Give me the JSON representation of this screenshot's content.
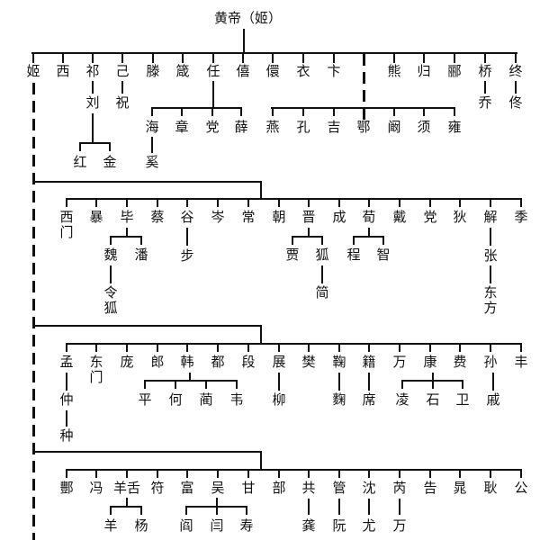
{
  "root": {
    "label": "黄帝（姬）"
  },
  "tier1": {
    "names": [
      "姬",
      "西",
      "祁",
      "己",
      "滕",
      "箴",
      "任",
      "僖",
      "儇",
      "衣",
      "卞",
      "",
      "熊",
      "归",
      "郦",
      "桥",
      "终"
    ]
  },
  "tier1_children": {
    "祁": [
      "刘"
    ],
    "己": [
      "祝"
    ],
    "刘": [
      "红",
      "金"
    ],
    "任": [
      "海",
      "章",
      "党",
      "薛"
    ],
    "海": [
      "奚"
    ],
    "sep": [
      "燕",
      "孔",
      "吉",
      "鄂",
      "阚",
      "须",
      "雍"
    ],
    "桥": [
      "乔"
    ],
    "终": [
      "佟"
    ]
  },
  "tier2": {
    "names": [
      "西门",
      "暴",
      "毕",
      "蔡",
      "谷",
      "岑",
      "常",
      "朝",
      "晋",
      "成",
      "荀",
      "戴",
      "党",
      "狄",
      "解",
      "季"
    ],
    "children": {
      "毕": [
        "魏",
        "潘"
      ],
      "魏": [
        "令狐"
      ],
      "谷": [
        "步"
      ],
      "晋": [
        "贾",
        "狐"
      ],
      "狐": [
        "简"
      ],
      "荀": [
        "程",
        "智"
      ],
      "解": [
        "张"
      ],
      "张": [
        "东方"
      ]
    }
  },
  "tier3": {
    "names": [
      "孟",
      "东门",
      "庞",
      "郎",
      "韩",
      "都",
      "段",
      "展",
      "樊",
      "鞠",
      "籍",
      "万",
      "康",
      "费",
      "孙",
      "丰"
    ],
    "children": {
      "孟": [
        "仲"
      ],
      "仲": [
        "种"
      ],
      "韩": [
        "平",
        "何",
        "蔺",
        "韦"
      ],
      "展": [
        "柳"
      ],
      "鞠": [
        "麴"
      ],
      "籍": [
        "席"
      ],
      "康": [
        "凌",
        "石",
        "卫"
      ],
      "孙": [
        "戚"
      ]
    }
  },
  "tier4": {
    "names": [
      "酆",
      "冯",
      "羊舌",
      "符",
      "富",
      "吴",
      "甘",
      "部",
      "共",
      "管",
      "沈",
      "芮",
      "告",
      "晁",
      "耿",
      "公"
    ],
    "children": {
      "羊舌": [
        "羊",
        "杨"
      ],
      "吴": [
        "阎",
        "闫",
        "寿"
      ],
      "共": [
        "龚"
      ],
      "管": [
        "阮"
      ],
      "沈": [
        "尤"
      ],
      "芮": [
        "万"
      ]
    }
  }
}
